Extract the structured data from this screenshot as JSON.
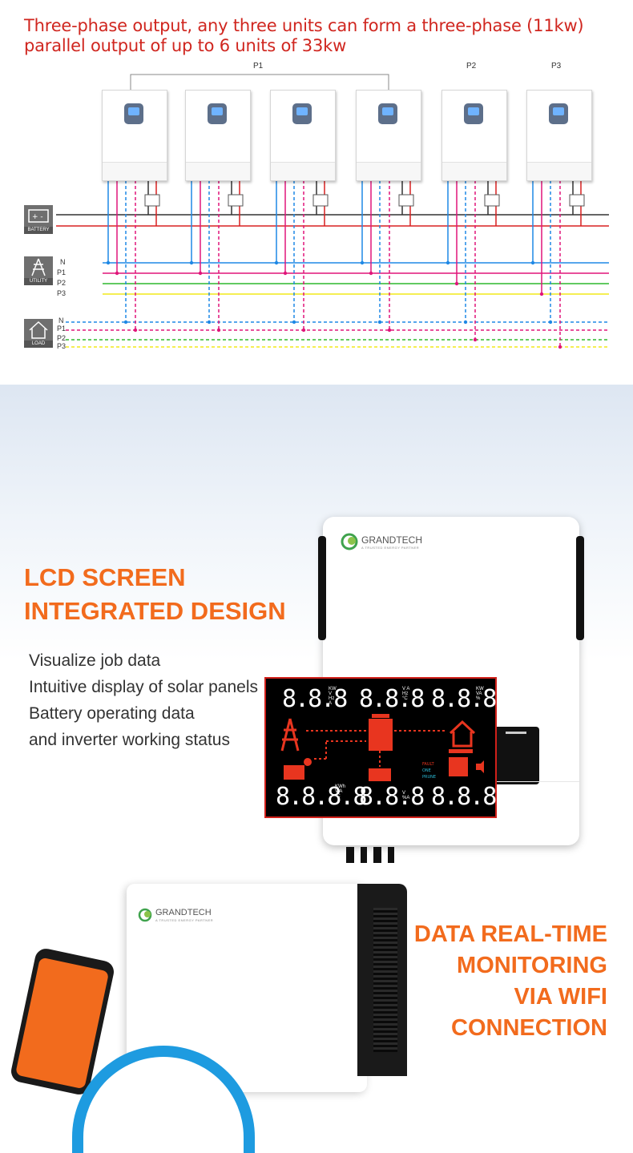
{
  "header": {
    "line1": "Three-phase output, any three units can form a three-phase (11kw)",
    "line2": "parallel output of up to 6 units of 33kw"
  },
  "diagram": {
    "phases": [
      "P1",
      "P2",
      "P3"
    ],
    "battery_label": "BATTERY",
    "utility_label": "UTILITY",
    "load_label": "LOAD",
    "utility_rows": [
      "N",
      "P1",
      "P2",
      "P3"
    ],
    "load_rows": [
      "N",
      "P1",
      "P2",
      "P3"
    ],
    "colors": {
      "neutral": "#1e88e5",
      "p1": "#e0157a",
      "p2": "#2eb82e",
      "p3": "#f2e81a",
      "battery_pos": "#d92020",
      "battery_neg": "#333333"
    }
  },
  "lcd_section": {
    "title_line1": "LCD SCREEN",
    "title_line2": "INTEGRATED DESIGN",
    "features": [
      "Visualize job data",
      "Intuitive display of solar panels",
      "Battery operating data",
      "and inverter working status"
    ],
    "brand": "GRANDTECH",
    "brand_tagline": "A TRUSTED ENERGY PARTNER",
    "lcd_readouts": {
      "top_left": "8.8.8",
      "top_mid": "8.8.8",
      "top_right": "8.8.8",
      "bot_left": "8.8.8.8",
      "bot_mid": "8.8.8",
      "bot_right": "8.8.8"
    },
    "lcd_units": {
      "top_left": "KW V Hz A",
      "top_mid": "V A Hz °C",
      "top_right": "KW VA %",
      "bot_left": "KWh V A °C",
      "bot_mid": "V %A",
      "bot_right": ""
    }
  },
  "wifi_section": {
    "title_lines": [
      "DATA REAL-TIME",
      "MONITORING",
      "VIA WIFI",
      "CONNECTION"
    ],
    "brand": "GRANDTECH",
    "brand_tagline": "A TRUSTED ENERGY PARTNER"
  }
}
